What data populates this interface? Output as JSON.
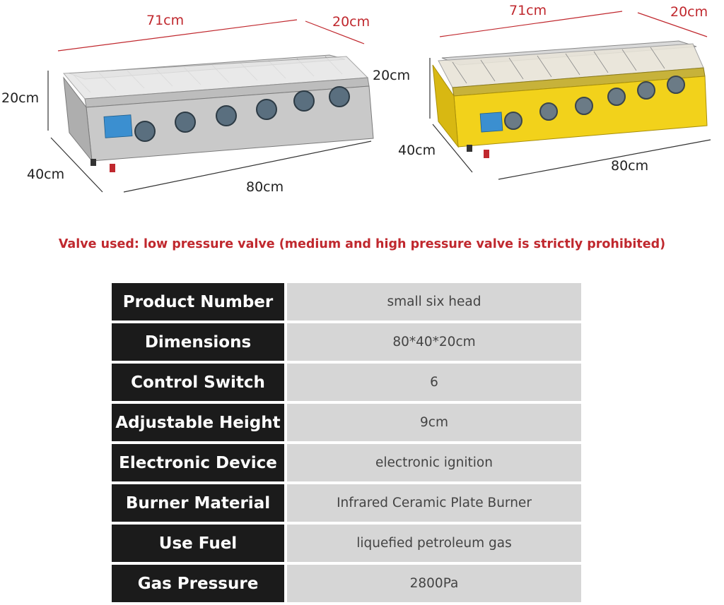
{
  "dimensions_left": {
    "width_top": "71cm",
    "depth_top": "20cm",
    "height": "20cm",
    "depth": "40cm",
    "length": "80cm"
  },
  "dimensions_right": {
    "width_top": "71cm",
    "depth_top": "20cm",
    "height": "20cm",
    "depth": "40cm",
    "length": "80cm"
  },
  "colors": {
    "accent_red": "#c0282e",
    "left_grill_body": "#c9c9c9",
    "right_grill_body": "#f2d21b"
  },
  "valve_note": "Valve used: low pressure valve (medium and high pressure valve is strictly prohibited)",
  "specs": [
    {
      "label": "Product Number",
      "value": "small six head"
    },
    {
      "label": "Dimensions",
      "value": "80*40*20cm"
    },
    {
      "label": "Control Switch",
      "value": "6"
    },
    {
      "label": "Adjustable Height",
      "value": "9cm"
    },
    {
      "label": "Electronic Device",
      "value": "electronic ignition"
    },
    {
      "label": "Burner Material",
      "value": "Infrared Ceramic Plate Burner"
    },
    {
      "label": "Use Fuel",
      "value": "liquefied petroleum gas"
    },
    {
      "label": "Gas Pressure",
      "value": "2800Pa"
    }
  ]
}
